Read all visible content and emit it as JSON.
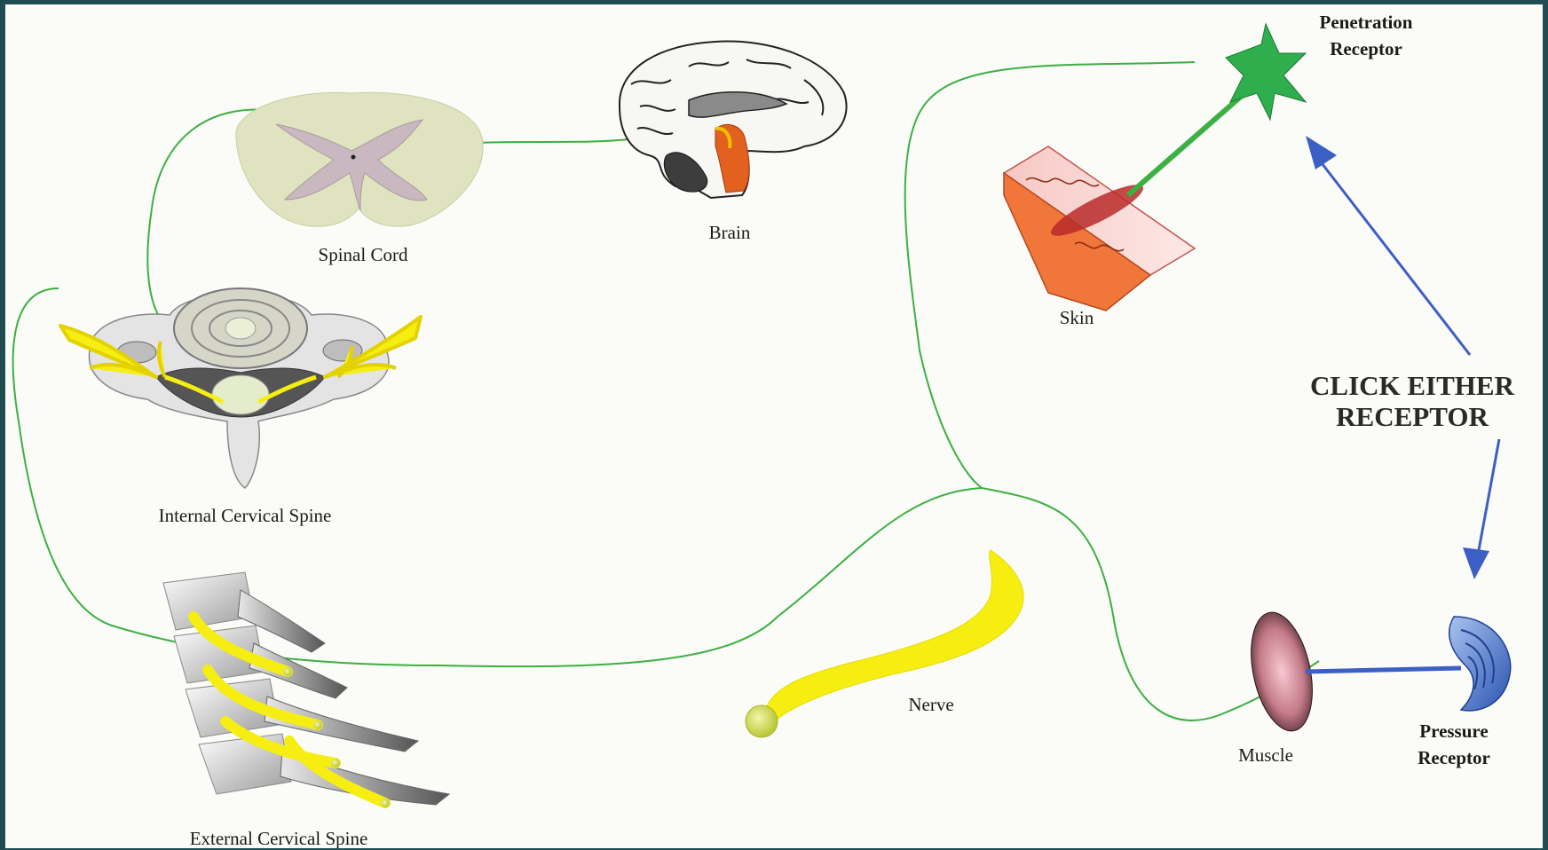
{
  "labels": {
    "spinal_cord": "Spinal Cord",
    "brain": "Brain",
    "internal_cervical_spine": "Internal Cervical Spine",
    "external_cervical_spine": "External Cervical Spine",
    "nerve": "Nerve",
    "skin": "Skin",
    "muscle": "Muscle",
    "penetration_receptor": [
      "Penetration",
      "Receptor"
    ],
    "pressure_receptor": [
      "Pressure",
      "Receptor"
    ]
  },
  "call_to_action": [
    "CLICK EITHER",
    "RECEPTOR"
  ],
  "colors": {
    "frame": "#1f4d52",
    "nerve_path": "#3cb043",
    "nerve_yellow": "#f5ee10",
    "arrow_blue": "#3b5fc4",
    "receptor_green": "#2fae4e"
  },
  "icons": [
    "spinal-cord-cross-section",
    "brain-sagittal",
    "cervical-vertebra-top-view",
    "cervical-spine-side-view",
    "skin-block",
    "penetration-receptor-star",
    "muscle-disc",
    "pressure-receptor-shell"
  ]
}
